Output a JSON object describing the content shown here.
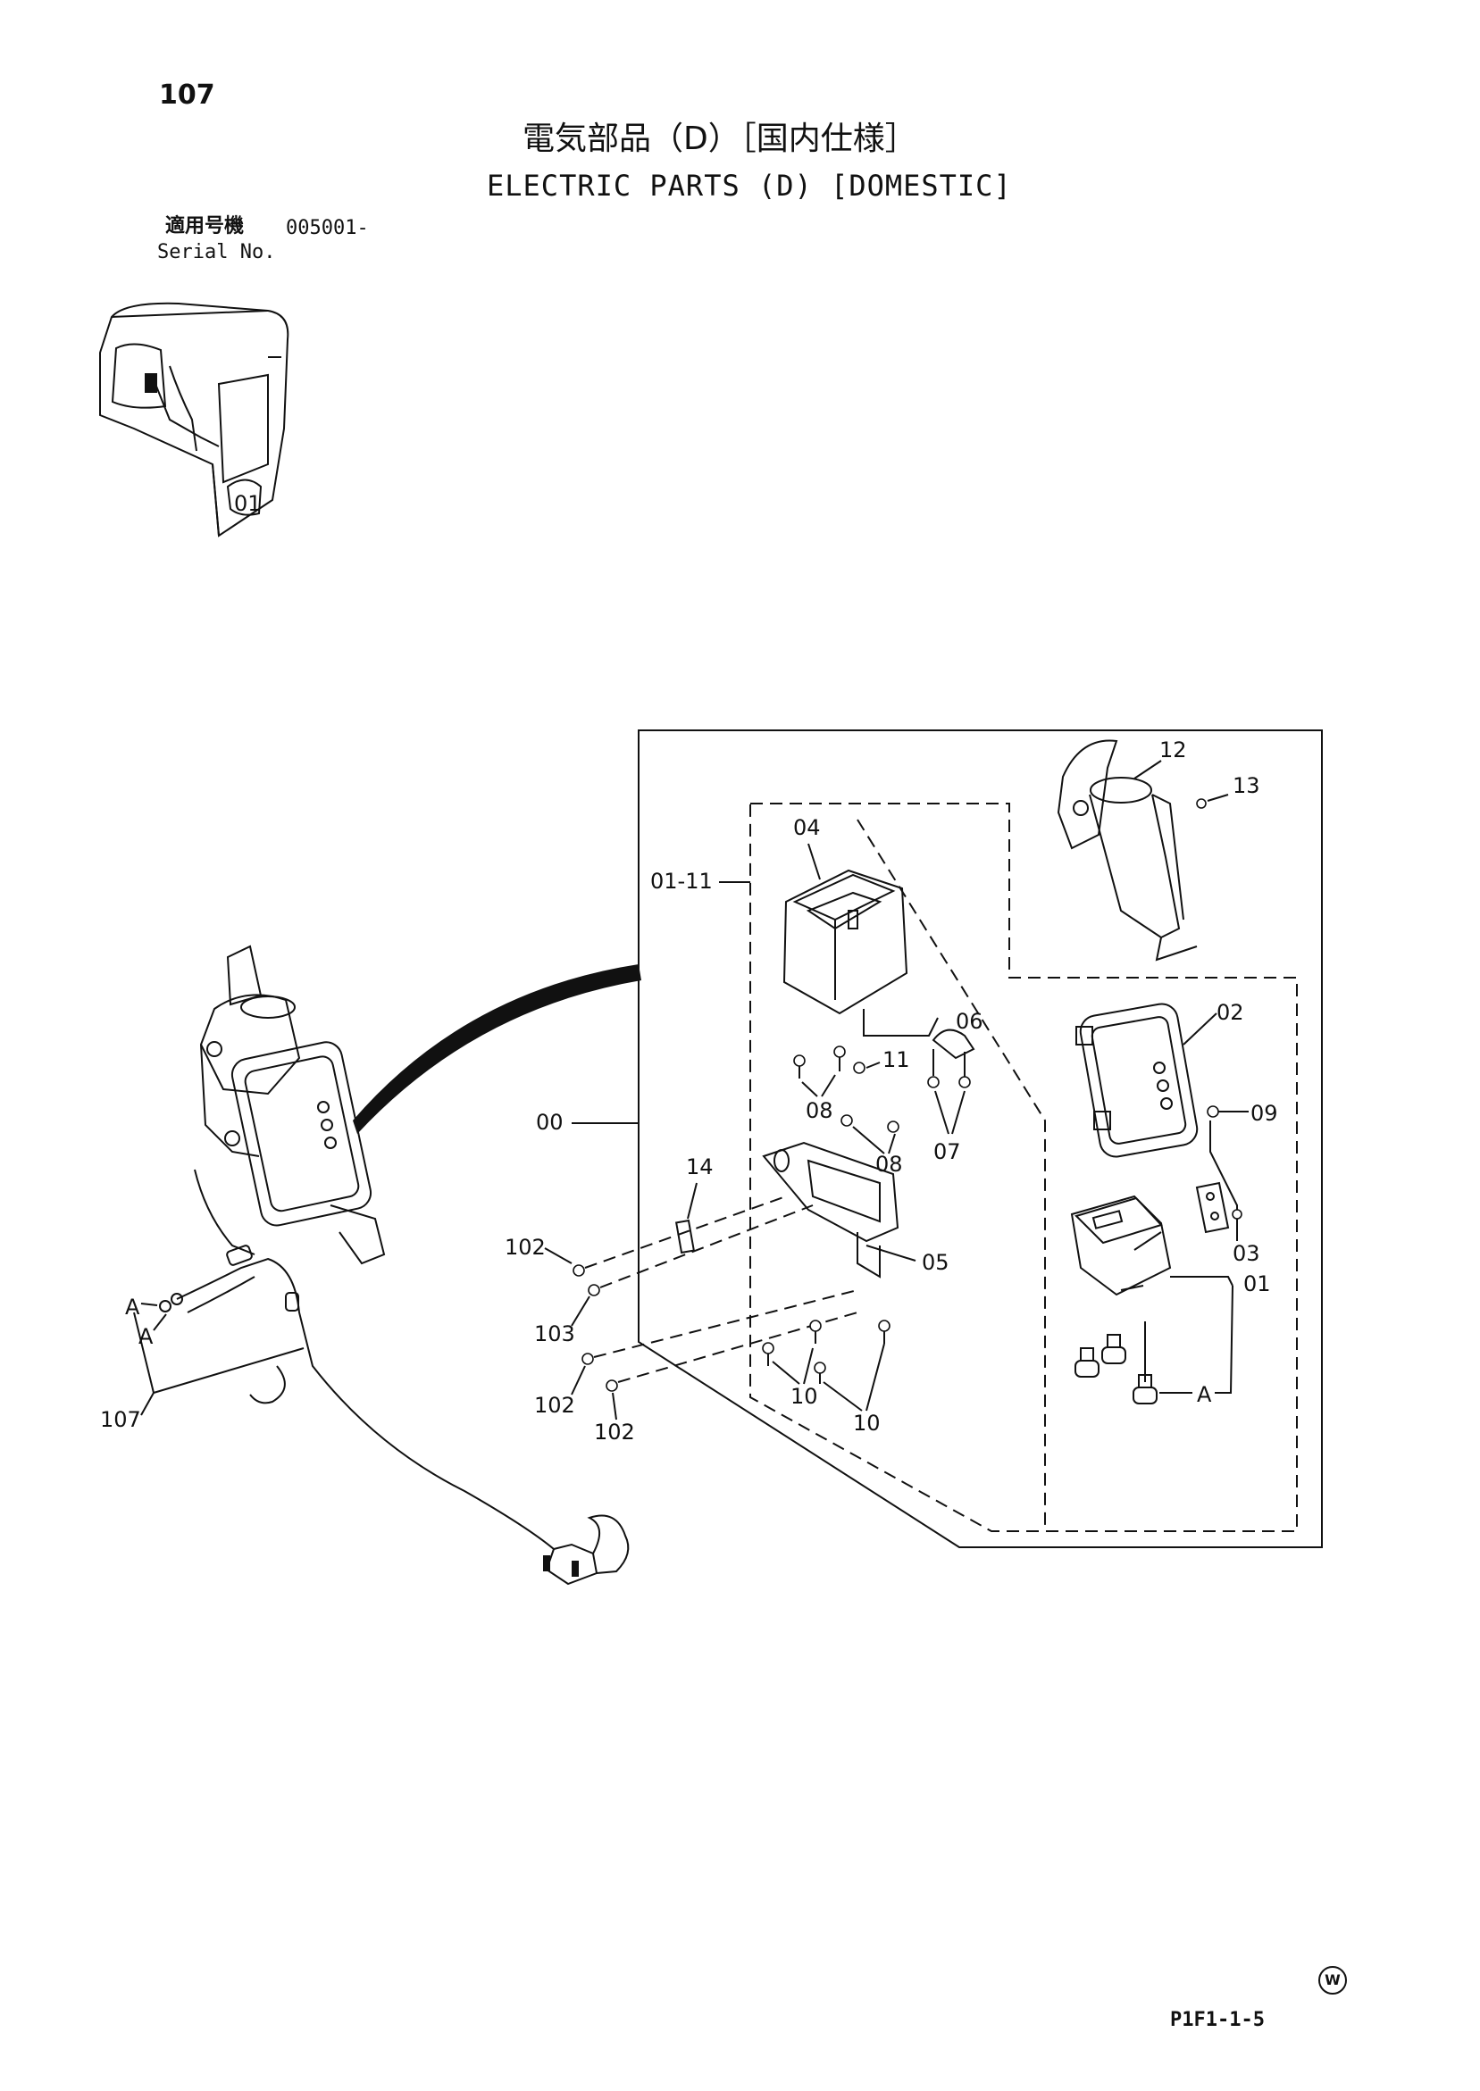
{
  "header": {
    "page_number": "107",
    "title_ja": "電気部品（D）［国内仕様］",
    "title_en": "ELECTRIC PARTS (D) [DOMESTIC]",
    "serial_label_ja": "適用号機",
    "serial_value": "005001-",
    "serial_label_en": "Serial No."
  },
  "callouts": {
    "c00": "00",
    "c01_11": "01-11",
    "c01": "01",
    "c02": "02",
    "c03": "03",
    "c04": "04",
    "c05": "05",
    "c06": "06",
    "c07": "07",
    "c08a": "08",
    "c08b": "08",
    "c09": "09",
    "c10a": "10",
    "c10b": "10",
    "c11": "11",
    "c12": "12",
    "c13": "13",
    "c14": "14",
    "c102a": "102",
    "c102b": "102",
    "c102c": "102",
    "c103": "103",
    "c107": "107",
    "refA1": "A",
    "refA2": "A",
    "refA3": "A",
    "cab_label": "01"
  },
  "footer": {
    "sheet_code": "P1F1-1-5",
    "mark": "W"
  }
}
